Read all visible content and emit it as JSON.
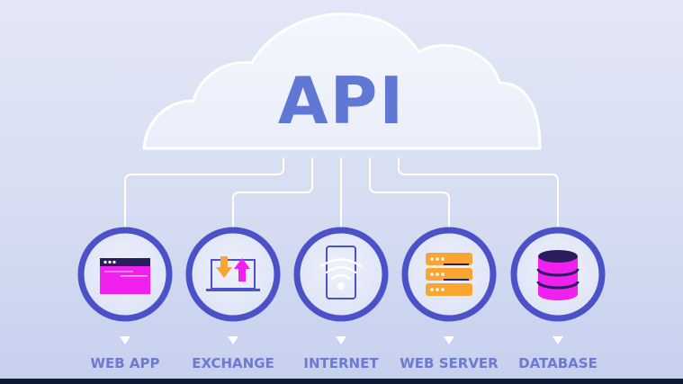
{
  "title": "API",
  "colors": {
    "ring": "#4b52c8",
    "title": "#6077d4",
    "label": "#6c7ad0",
    "magenta": "#f020ee",
    "orange": "#f8a531",
    "dark": "#2a1d5e",
    "connector": "#ffffff"
  },
  "nodes": [
    {
      "id": "web-app",
      "label": "WEB APP",
      "icon": "browser-window-icon"
    },
    {
      "id": "exchange",
      "label": "EXCHANGE",
      "icon": "laptop-exchange-icon"
    },
    {
      "id": "internet",
      "label": "INTERNET",
      "icon": "phone-wifi-icon"
    },
    {
      "id": "web-server",
      "label": "WEB SERVER",
      "icon": "server-rack-icon"
    },
    {
      "id": "database",
      "label": "DATABASE",
      "icon": "database-icon"
    }
  ]
}
